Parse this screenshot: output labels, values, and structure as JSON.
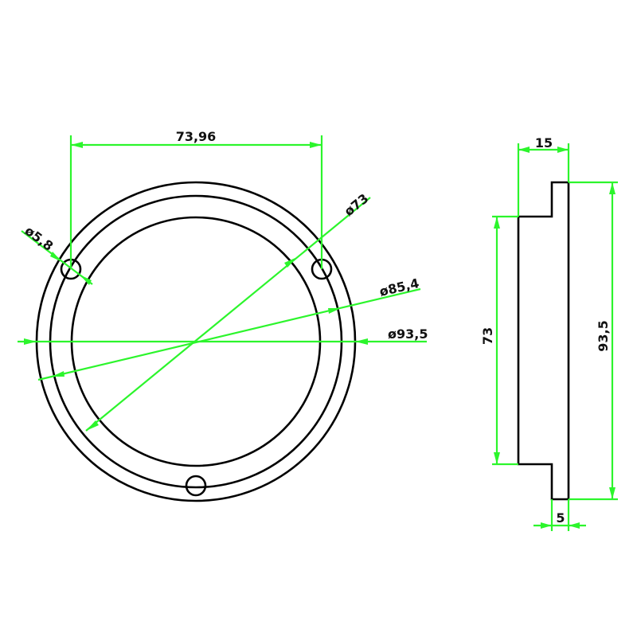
{
  "drawing": {
    "colors": {
      "part_lines": "#000000",
      "dimension_lines": "#2cf52c",
      "text": "#111111",
      "background": "#ffffff"
    },
    "front_view": {
      "dimensions": {
        "hole_spacing": "73,96",
        "hole_diameter": "ø5,8",
        "inner_diameter": "ø73",
        "bolt_circle_diameter": "ø85,4",
        "outer_diameter": "ø93,5"
      },
      "bolt_hole_count": 3
    },
    "side_view": {
      "dimensions": {
        "total_thickness": "15",
        "spigot_diameter": "73",
        "outer_diameter": "93,5",
        "flange_thickness": "5"
      }
    }
  }
}
